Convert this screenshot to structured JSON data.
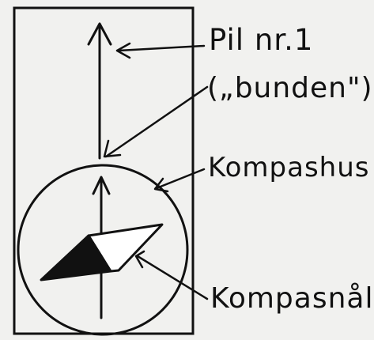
{
  "labels": {
    "arrow1": "Pil nr.1",
    "bound": "(„bunden\")",
    "housing": "Kompashus",
    "needle": "Kompasnål"
  }
}
